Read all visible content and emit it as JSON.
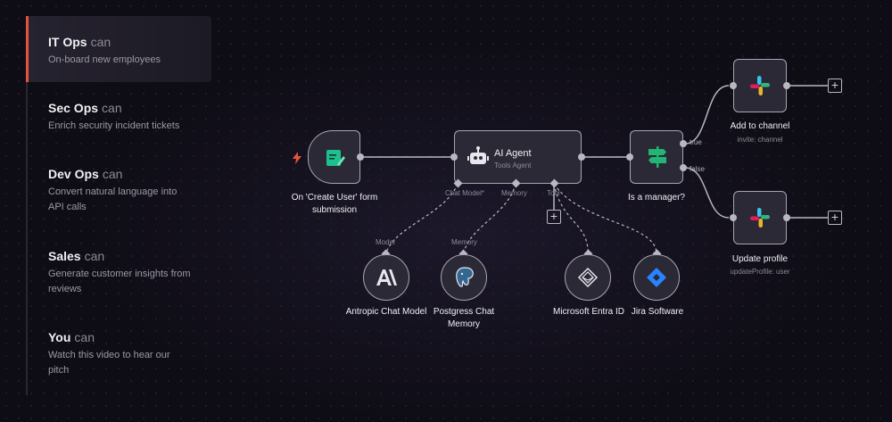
{
  "sidebar": {
    "items": [
      {
        "title": "IT Ops",
        "can": "can",
        "desc": "On-board new employees"
      },
      {
        "title": "Sec Ops",
        "can": "can",
        "desc": "Enrich security incident tickets"
      },
      {
        "title": "Dev Ops",
        "can": "can",
        "desc": "Convert natural language into API calls"
      },
      {
        "title": "Sales",
        "can": "can",
        "desc": "Generate customer insights from reviews"
      },
      {
        "title": "You",
        "can": "can",
        "desc": "Watch this video to hear our pitch"
      }
    ],
    "active_index": 0
  },
  "workflow": {
    "trigger": {
      "label": "On 'Create User' form submission"
    },
    "agent": {
      "title": "AI Agent",
      "subtitle": "Tools Agent",
      "ports": {
        "chat_model": "Chat Model*",
        "memory": "Memory",
        "tool": "Tool"
      }
    },
    "condition": {
      "label": "Is a manager?",
      "true_label": "true",
      "false_label": "false"
    },
    "add_channel": {
      "label": "Add to channel",
      "sublabel": "invite: channel"
    },
    "update_profile": {
      "label": "Update profile",
      "sublabel": "updateProfile: user"
    },
    "model": {
      "port_label": "Model",
      "label": "Antropic Chat Model"
    },
    "memory": {
      "port_label": "Memory",
      "label": "Postgress Chat Memory"
    },
    "entra": {
      "label": "Microsoft Entra ID"
    },
    "jira": {
      "label": "Jira Software"
    },
    "plus_glyph": "+"
  },
  "colors": {
    "accent": "#e5533d",
    "trigger_icon": "#1fbf8f",
    "condition_icon": "#22b573",
    "jira": "#2684ff"
  }
}
